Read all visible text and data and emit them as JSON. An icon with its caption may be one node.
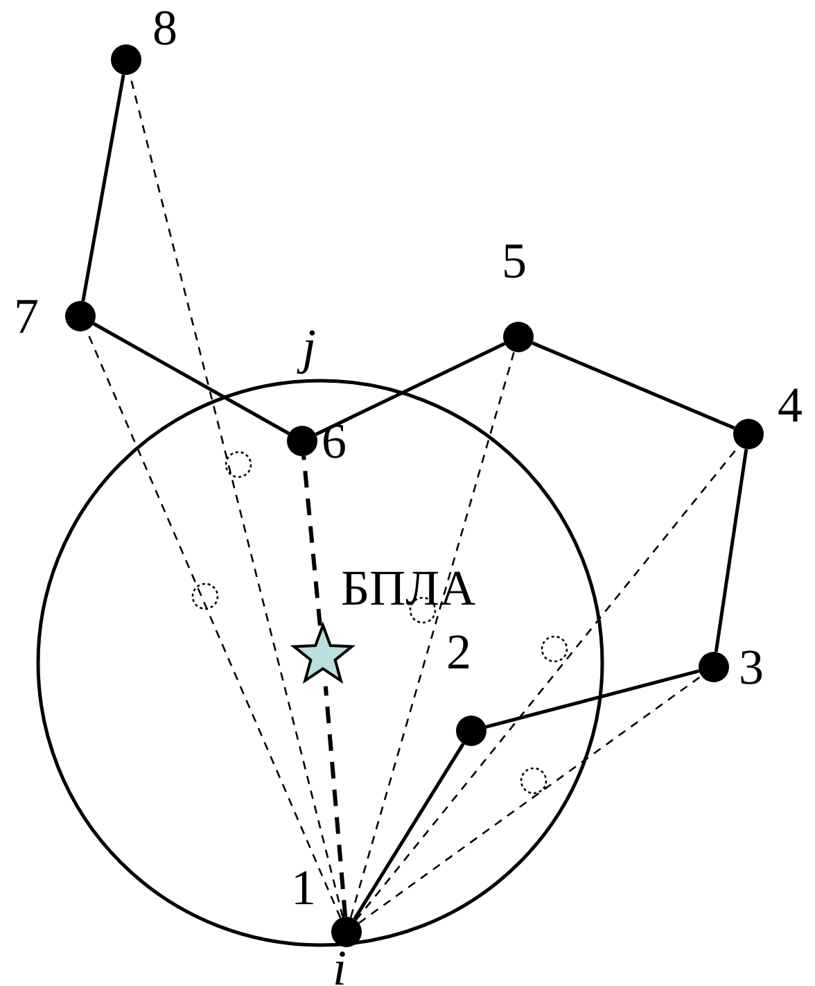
{
  "diagram": {
    "nodes": [
      {
        "text": [],
        "shape": "circle",
        "beside": [
          "8"
        ]
      },
      {
        "text": [],
        "shape": "circle",
        "beside": [
          "7"
        ]
      },
      {
        "text": [],
        "shape": "circle",
        "beside": [
          "5"
        ]
      },
      {
        "text": [],
        "shape": "circle"
      },
      {
        "text": [],
        "shape": "circle",
        "beside": [
          "6"
        ],
        "in": 3
      },
      {
        "text": [],
        "shape": "circle",
        "beside": [
          "4"
        ]
      },
      {
        "text": [],
        "shape": "star",
        "beside": [
          "БПЛА"
        ],
        "in": 3
      },
      {
        "text": [],
        "shape": "circle",
        "beside": [
          "3"
        ]
      },
      {
        "text": [],
        "shape": "circle",
        "beside": [
          "2"
        ],
        "in": 3
      },
      {
        "text": [],
        "shape": "circle",
        "beside": [
          "1"
        ],
        "in": 3
      }
    ],
    "edges": [
      {
        "from": 0,
        "to": 1,
        "arrow": "none"
      },
      {
        "from": 1,
        "to": 4,
        "arrow": "none"
      },
      {
        "from": 4,
        "to": 2,
        "arrow": "none"
      },
      {
        "from": 2,
        "to": 5,
        "arrow": "none"
      },
      {
        "from": 5,
        "to": 7,
        "arrow": "none"
      },
      {
        "from": 7,
        "to": 8,
        "arrow": "none"
      },
      {
        "from": 8,
        "to": 9,
        "arrow": "none"
      },
      {
        "from": 9,
        "to": 6,
        "arrow": "none",
        "style": "dashed"
      },
      {
        "from": 6,
        "to": 4,
        "arrow": "none",
        "style": "dashed"
      },
      {
        "from": 9,
        "to": 0,
        "arrow": "none",
        "style": "dashed"
      },
      {
        "from": 9,
        "to": 1,
        "arrow": "none",
        "style": "dashed"
      },
      {
        "from": 9,
        "to": 2,
        "arrow": "none",
        "style": "dashed"
      },
      {
        "from": 9,
        "to": 5,
        "arrow": "none",
        "style": "dashed"
      },
      {
        "from": 9,
        "to": 7,
        "arrow": "none",
        "style": "dashed"
      }
    ],
    "labels": [
      "j",
      "i"
    ]
  }
}
